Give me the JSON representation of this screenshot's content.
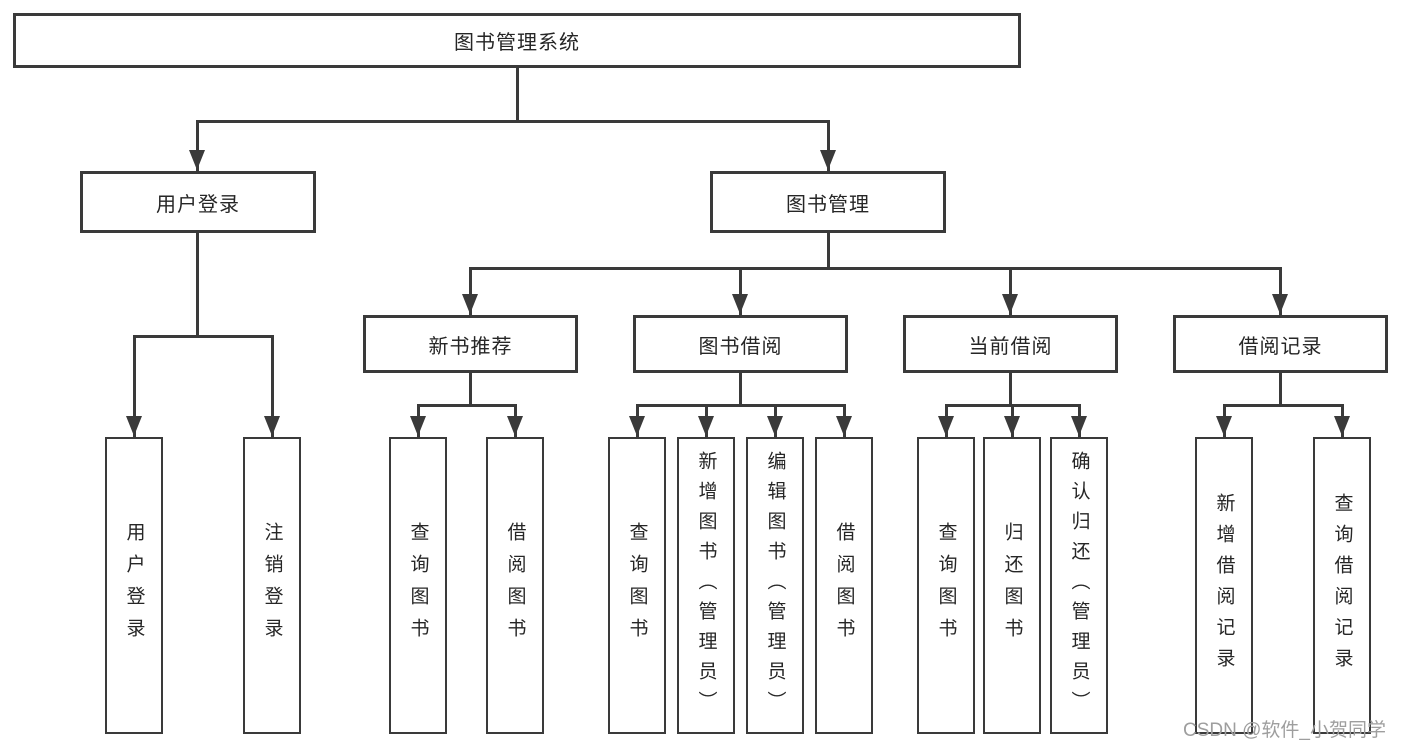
{
  "diagram": {
    "root": {
      "label": "图书管理系统"
    },
    "level2": [
      {
        "label": "用户登录"
      },
      {
        "label": "图书管理"
      }
    ],
    "level3": [
      {
        "label": "新书推荐"
      },
      {
        "label": "图书借阅"
      },
      {
        "label": "当前借阅"
      },
      {
        "label": "借阅记录"
      }
    ],
    "leaves": {
      "user_login": [
        {
          "label": "用户登录"
        },
        {
          "label": "注销登录"
        }
      ],
      "new_books": [
        {
          "label": "查询图书"
        },
        {
          "label": "借阅图书"
        }
      ],
      "book_borrow": [
        {
          "label": "查询图书"
        },
        {
          "label": "新增图书（管理员）"
        },
        {
          "label": "编辑图书（管理员）"
        },
        {
          "label": "借阅图书"
        }
      ],
      "current_borrow": [
        {
          "label": "查询图书"
        },
        {
          "label": "归还图书"
        },
        {
          "label": "确认归还（管理员）"
        }
      ],
      "borrow_records": [
        {
          "label": "新增借阅记录"
        },
        {
          "label": "查询借阅记录"
        }
      ]
    }
  },
  "watermark": {
    "text": "CSDN @软件_小贺同学",
    "color": "#9e9e9e"
  },
  "colors": {
    "line": "#3a3a3a",
    "box_border": "#3a3a3a",
    "text": "#262626",
    "background": "#ffffff"
  }
}
